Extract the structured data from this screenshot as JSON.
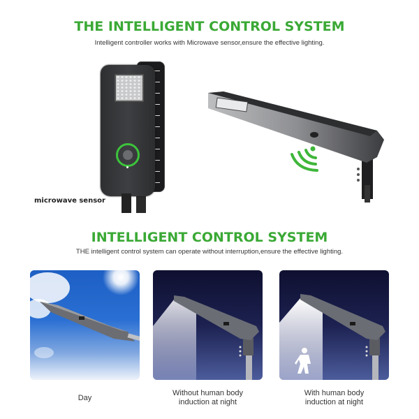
{
  "section1": {
    "title": "THE INTELLIGENT CONTROL SYSTEM",
    "subtitle": "Intelligent controller works with Microwave sensor,ensure the effective lighting.",
    "sensor_label": "microwave sensor",
    "accent_color": "#3aa935",
    "sensor_ring_color": "#3cc43b"
  },
  "section2": {
    "title": "INTELLIGENT CONTROL SYSTEM",
    "subtitle": "THE intelligent control system can operate without interruption,ensure the effective lighting.",
    "panels": [
      {
        "caption": "Day",
        "scene": "sunny-sky"
      },
      {
        "caption_line1": "Without human body",
        "caption_line2": "induction at night",
        "scene": "night-dim"
      },
      {
        "caption_line1": "With human body",
        "caption_line2": "induction at night",
        "scene": "night-bright-with-person"
      }
    ]
  }
}
